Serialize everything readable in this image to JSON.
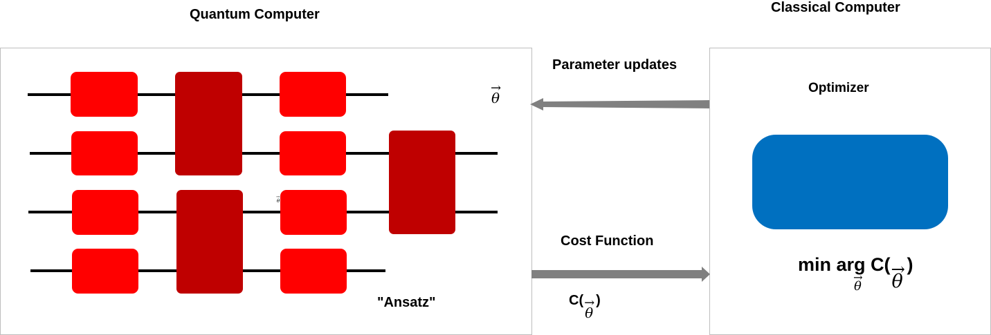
{
  "quantum": {
    "title": "Quantum Computer",
    "ansatz_label": "\"Ansatz\"",
    "theta_symbol": "θ"
  },
  "classical": {
    "title": "Classical Computer",
    "optimizer_label": "Optimizer",
    "objective": "min arg C(",
    "objective_close": ")",
    "objective_sub": "θ",
    "theta_symbol": "θ"
  },
  "arrows": {
    "parameter_updates": "Parameter updates",
    "cost_function": "Cost Function",
    "cost_label": "C(",
    "cost_close": ")",
    "theta_symbol": "θ"
  },
  "colors": {
    "gate": "#ff0000",
    "multi_gate": "#bf0000",
    "optimizer": "#0070c0",
    "arrow": "#808080"
  }
}
